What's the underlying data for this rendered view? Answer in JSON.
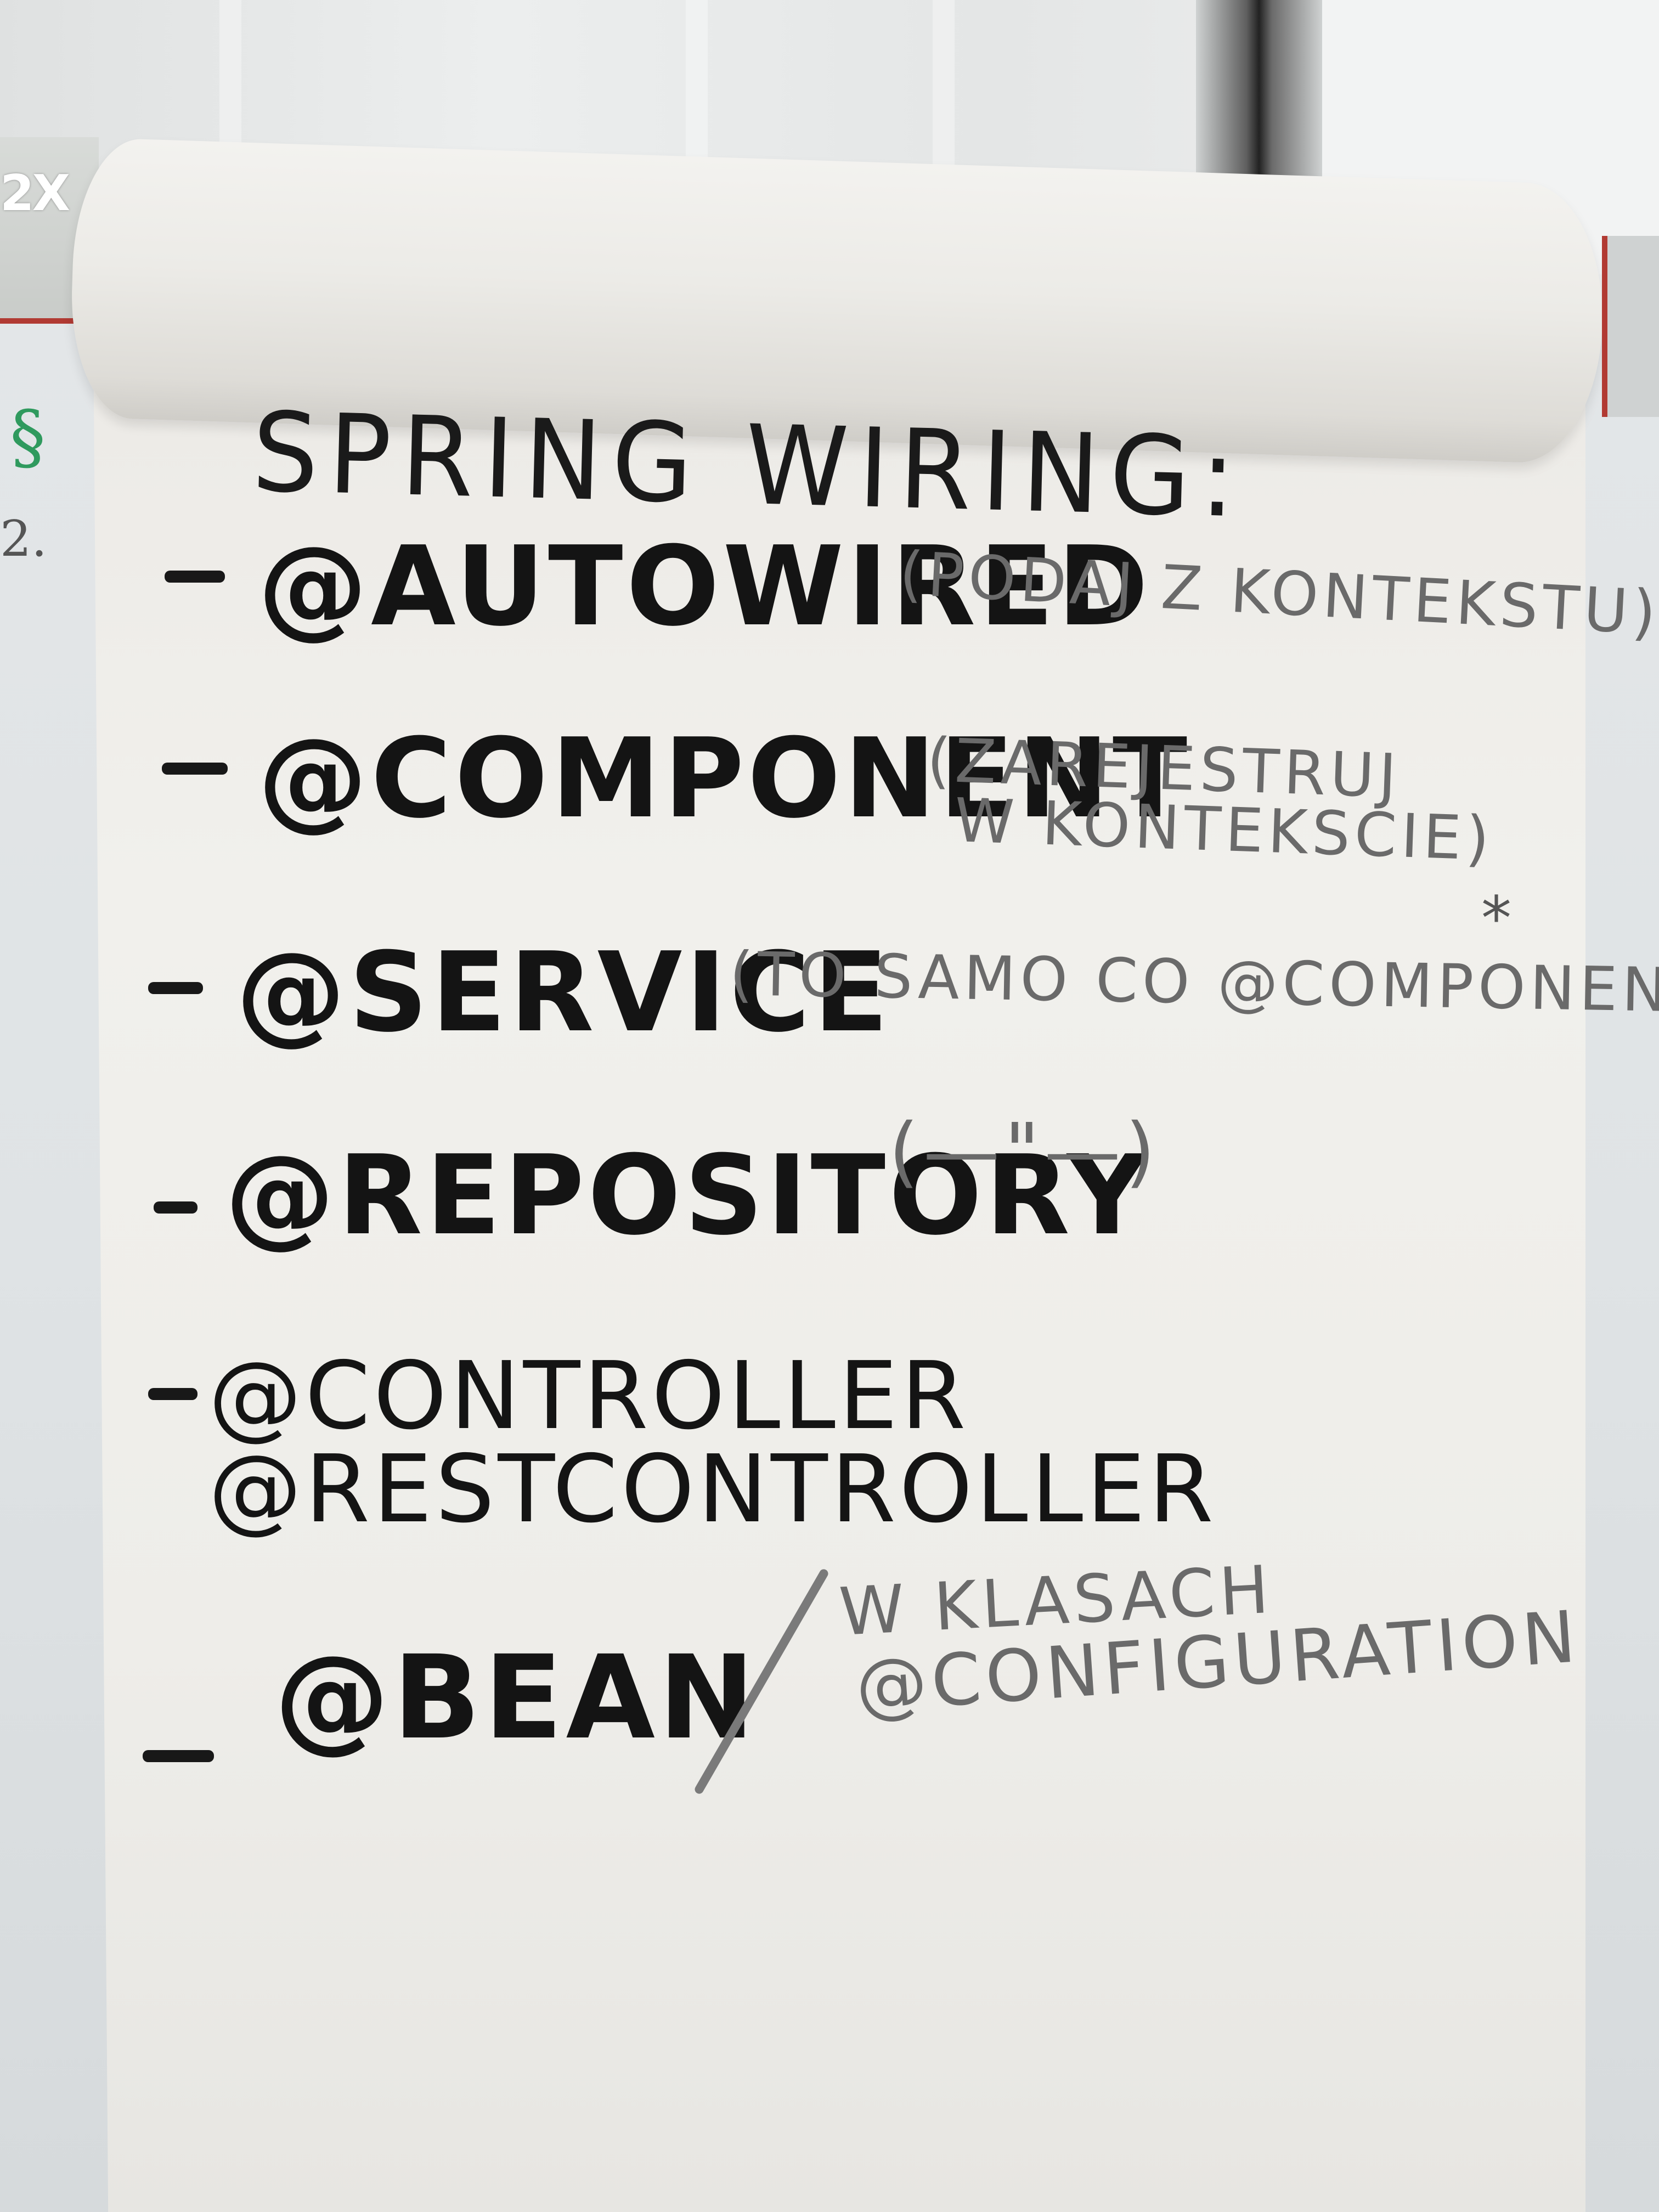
{
  "whiteboard": {
    "logo_text": "2X",
    "green_mark": "§",
    "side_number": "2."
  },
  "flipchart": {
    "title": "SPRING WIRING:",
    "items": [
      {
        "dash": "-",
        "annotation": "@AUTOWIRED",
        "note": "(PODAJ Z KONTEKSTU)"
      },
      {
        "dash": "-",
        "annotation": "@COMPONENT",
        "note_line1": "(ZAREJESTRUJ",
        "note_line2": "W KONTEKSCIE)"
      },
      {
        "dash": "-",
        "annotation": "@SERVICE",
        "note": "(TO SAMO CO @COMPONENT)",
        "star": "*"
      },
      {
        "dash": "-",
        "annotation": "@REPOSITORY",
        "note": "(—\"—)"
      },
      {
        "dash": "-",
        "annotation": "@CONTROLLER",
        "annotation_line2": "@RESTCONTROLLER"
      },
      {
        "dash": "-",
        "annotation": "@BEAN",
        "note_line1": "W KLASACH",
        "note_line2": "@CONFIGURATION"
      }
    ]
  },
  "colors": {
    "marker_black": "#141414",
    "pencil_gray": "#6a6a6a",
    "paper": "#eeede9",
    "whiteboard_red_trim": "#b13a33",
    "green_marker": "#2f9a5e"
  }
}
